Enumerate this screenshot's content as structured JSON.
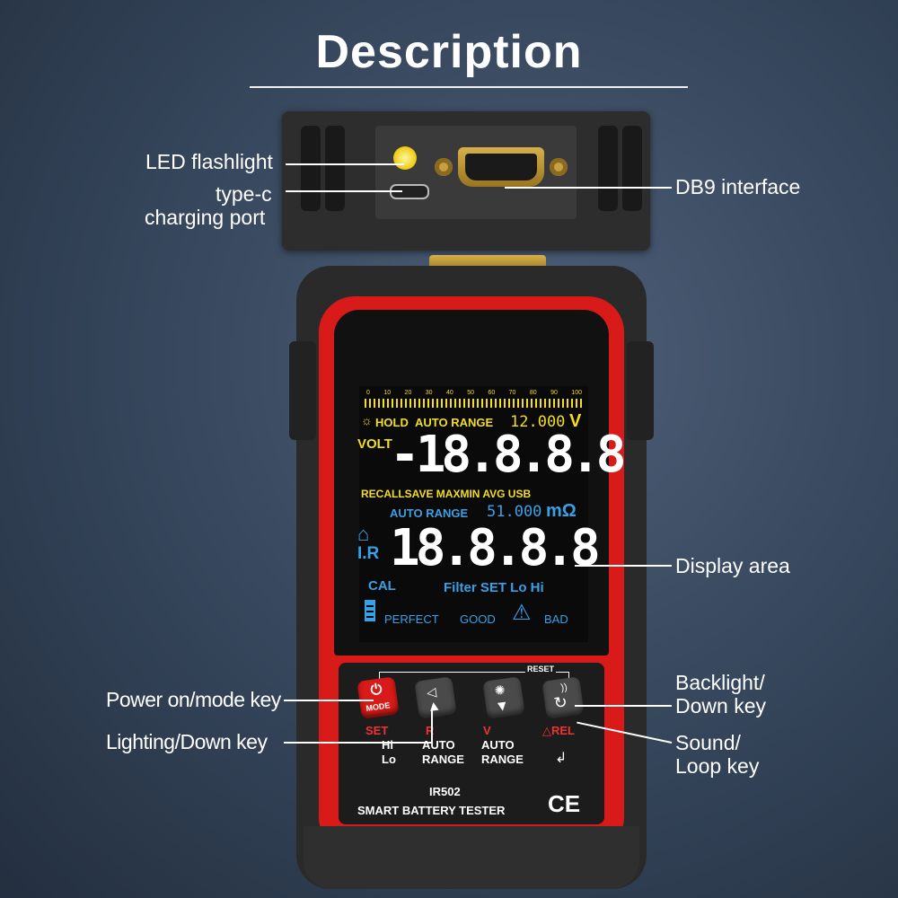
{
  "title": "Description",
  "callouts": {
    "led": "LED flashlight",
    "typec_line1": "type-c",
    "typec_line2": "charging port",
    "db9": "DB9 interface",
    "display": "Display area",
    "power": "Power on/mode key",
    "lighting": "Lighting/Down key",
    "backlight_line1": "Backlight/",
    "backlight_line2": "Down key",
    "sound_line1": "Sound/",
    "sound_line2": "Loop key"
  },
  "screen": {
    "scale": [
      "0",
      "10",
      "20",
      "30",
      "40",
      "50",
      "60",
      "70",
      "80",
      "90",
      "100"
    ],
    "hold": "HOLD",
    "auto_range_top": "AUTO RANGE",
    "voltage_range": "12.000",
    "v_unit": "V",
    "volt": "VOLT",
    "main_digits": "-18.8.8.8",
    "modes": "RECALLSAVE MAXMIN AVG USB",
    "auto_range_bottom": "AUTO RANGE",
    "resistance_range": "51.000",
    "ohm_unit": "mΩ",
    "ir": "I.R",
    "ir_digits": "18.8.8.8",
    "cal": "CAL",
    "filter": "Filter SET Lo Hi",
    "perfect": "PERFECT",
    "good": "GOOD",
    "bad": "BAD"
  },
  "keys": {
    "reset": "RESET",
    "mode": "MODE",
    "set": "SET",
    "hi": "Hi",
    "lo": "Lo",
    "r": "R",
    "auto1": "AUTO",
    "range1": "RANGE",
    "v": "V",
    "auto2": "AUTO",
    "range2": "RANGE",
    "rel": "REL"
  },
  "device": {
    "model": "IR502",
    "name": "SMART BATTERY TESTER",
    "ce": "CE"
  },
  "colors": {
    "accent_red": "#d81a18",
    "lcd_yellow": "#f3de1f",
    "lcd_blue": "#3aa0e6"
  }
}
